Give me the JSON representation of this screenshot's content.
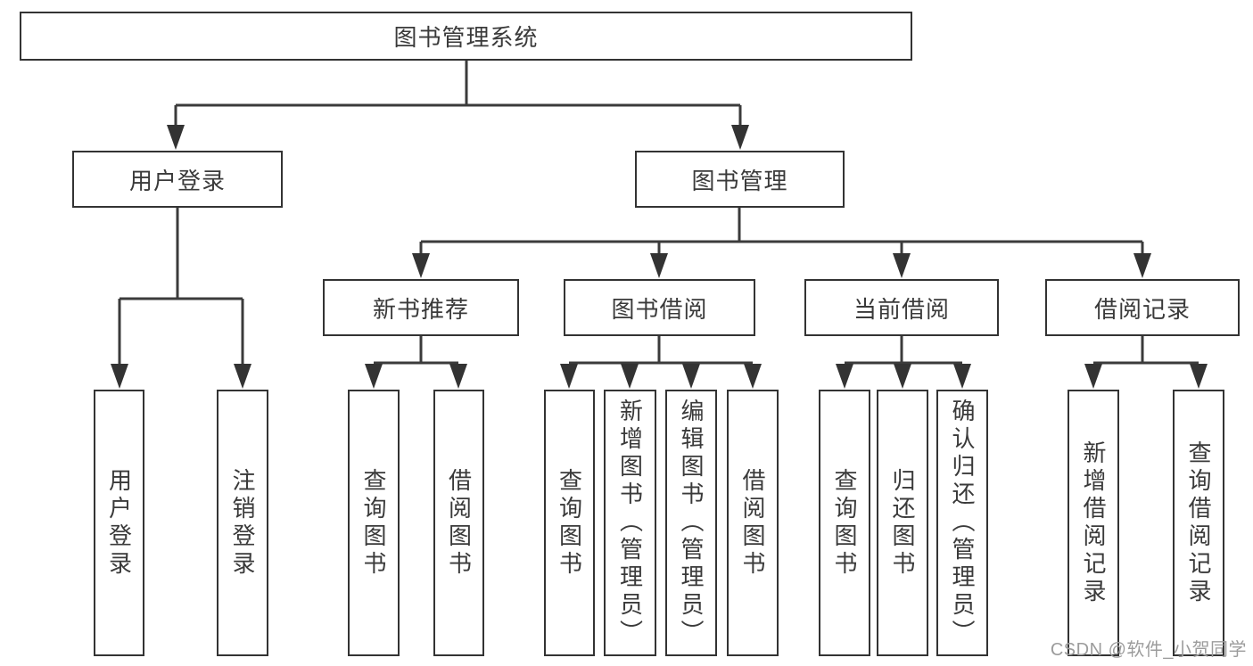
{
  "diagram": {
    "root": "图书管理系统",
    "watermark": "CSDN @软件_小贺同学",
    "colors": {
      "line": "#3b3b3b",
      "box_border": "#333333",
      "text": "#3a3a3a",
      "watermark": "#9c9c9c",
      "background": "#ffffff"
    },
    "branches": [
      {
        "label": "用户登录",
        "leaves": [
          "用户登录",
          "注销登录"
        ]
      },
      {
        "label": "图书管理",
        "groups": [
          {
            "label": "新书推荐",
            "leaves": [
              "查询图书",
              "借阅图书"
            ]
          },
          {
            "label": "图书借阅",
            "leaves": [
              "查询图书",
              "新增图书（管理员）",
              "编辑图书（管理员）",
              "借阅图书"
            ]
          },
          {
            "label": "当前借阅",
            "leaves": [
              "查询图书",
              "归还图书",
              "确认归还（管理员）"
            ]
          },
          {
            "label": "借阅记录",
            "leaves": [
              "新增借阅记录",
              "查询借阅记录"
            ]
          }
        ]
      }
    ]
  }
}
